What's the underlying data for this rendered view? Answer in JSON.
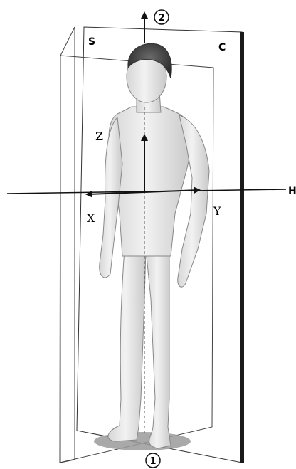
{
  "labels": {
    "sagittal_plane": "S",
    "coronal_plane": "C",
    "horizontal_plane": "H",
    "axis_x": "X",
    "axis_y": "Y",
    "axis_z": "Z",
    "marker_top": "2",
    "marker_bottom": "1"
  },
  "colors": {
    "line": "#111111",
    "coronal_plane_edge": "#1a1a1a",
    "figure_fill": "#e9e9e9",
    "figure_shade": "#c8c8c8",
    "base_ellipse": "#9a9a9a"
  }
}
